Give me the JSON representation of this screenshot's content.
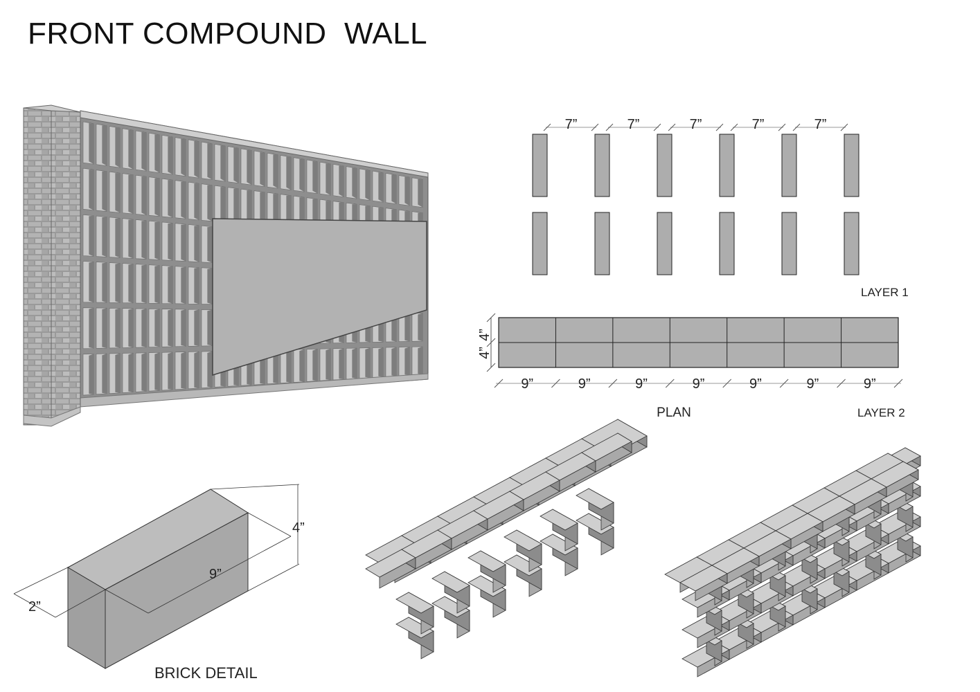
{
  "title": "FRONT COMPOUND  WALL",
  "plan": {
    "layer1_label": "LAYER 1",
    "layer2_label": "LAYER 2",
    "plan_label": "PLAN",
    "spacing_dims": [
      "7”",
      "7”",
      "7”",
      "7”",
      "7”"
    ],
    "brick_length_dims": [
      "9”",
      "9”",
      "9”",
      "9”",
      "9”",
      "9”",
      "9”"
    ],
    "width_dims": [
      "4”",
      "4”"
    ]
  },
  "brick_detail": {
    "label": "BRICK DETAIL",
    "length": "9”",
    "height": "4”",
    "width": "2”"
  },
  "colors": {
    "brick_face": "#a9a9a9",
    "brick_top": "#cfcfcf",
    "brick_side": "#8c8c8c",
    "line": "#333333"
  }
}
